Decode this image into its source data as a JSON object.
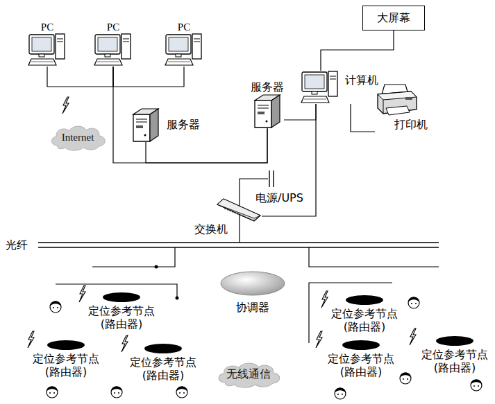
{
  "diagram": {
    "nodes": [
      {
        "text": [
          "PC"
        ]
      },
      {
        "text": [
          "PC"
        ]
      },
      {
        "text": [
          "PC"
        ]
      },
      {
        "text": [
          "大屏幕"
        ]
      },
      {
        "text": [
          "计算机"
        ]
      },
      {
        "text": [
          "服务器"
        ]
      },
      {
        "text": [
          "服务器"
        ]
      },
      {
        "text": [
          "打印机"
        ]
      },
      {
        "text": [
          "Internet"
        ]
      },
      {
        "text": [
          "交换机"
        ]
      },
      {
        "text": [
          "协调器"
        ]
      },
      {
        "text": [
          "定位参考节点 (路由器)"
        ]
      },
      {
        "text": [
          "定位参考节点 (路由器)"
        ]
      },
      {
        "text": [
          "定位参考节点 (路由器)"
        ]
      },
      {
        "text": [
          "定位参考节点 (路由器)"
        ]
      },
      {
        "text": [
          "定位参考节点 (路由器)"
        ]
      },
      {
        "text": [
          "定位参考节点 (路由器)"
        ]
      },
      {
        "text": [
          "无线通信"
        ]
      }
    ],
    "edges": [
      {
        "from": 0,
        "to": 1,
        "arrow": "none"
      },
      {
        "from": 1,
        "to": 2,
        "arrow": "none"
      },
      {
        "from": 1,
        "to": 5,
        "arrow": "none"
      },
      {
        "from": 6,
        "to": 5,
        "arrow": "none"
      },
      {
        "from": 5,
        "to": 4,
        "arrow": "none"
      },
      {
        "from": 4,
        "to": 3,
        "arrow": "none"
      },
      {
        "from": 4,
        "to": 7,
        "arrow": "none"
      },
      {
        "from": 4,
        "to": 9,
        "arrow": "none"
      }
    ],
    "labels": [
      "电源/UPS",
      "光纤"
    ]
  }
}
